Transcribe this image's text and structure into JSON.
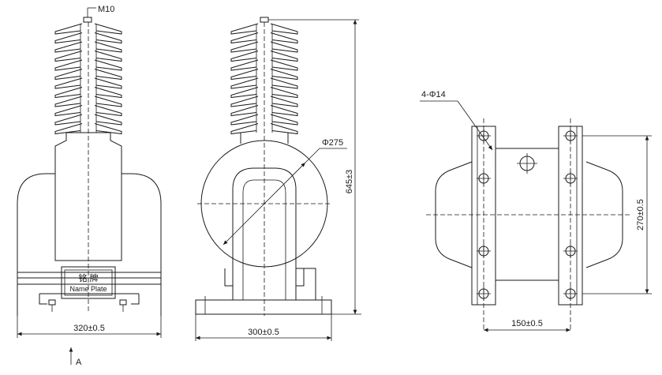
{
  "labels": {
    "thread": "M10",
    "nameplate_cn": "铭 牌",
    "nameplate_en": "Name Plate",
    "width_front": "320±0.5",
    "width_side": "300±0.5",
    "height": "645±3",
    "diameter": "Φ275",
    "holes": "4-Φ14",
    "hole_spacing_y": "270±0.5",
    "hole_spacing_x": "150±0.5",
    "view_arrow": "A"
  }
}
